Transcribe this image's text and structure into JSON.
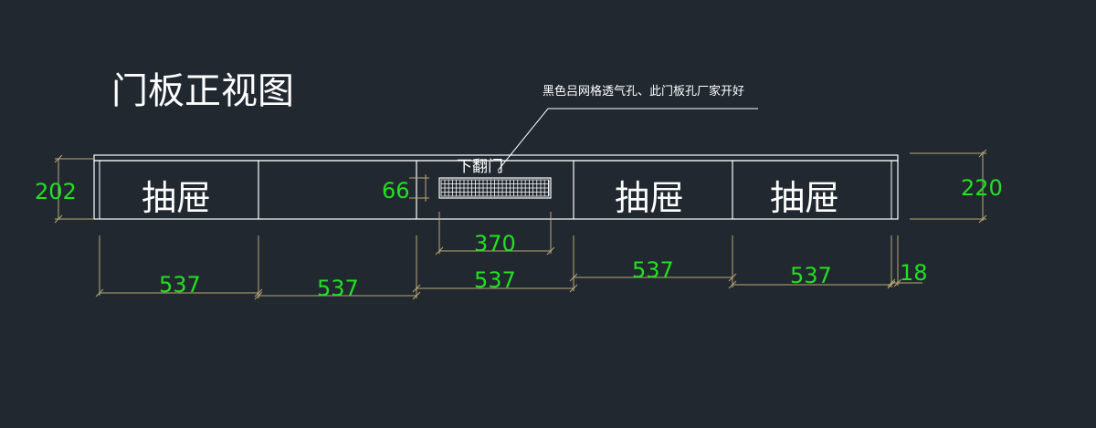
{
  "title": "门板正视图",
  "note": "黑色吕网格透气孔、此门板孔厂家开好",
  "door_label": "下翻门",
  "drawer_label": "抽屉",
  "dimensions": {
    "height_left": "202",
    "height_right": "220",
    "vent_height": "66",
    "vent_width": "370",
    "panel_widths": [
      "537",
      "537",
      "537",
      "537",
      "537"
    ],
    "edge": "18"
  },
  "colors": {
    "background": "#212830",
    "lines": "#ffffff",
    "dimension_text": "#22e022",
    "dimension_lines": "#b8a874"
  }
}
